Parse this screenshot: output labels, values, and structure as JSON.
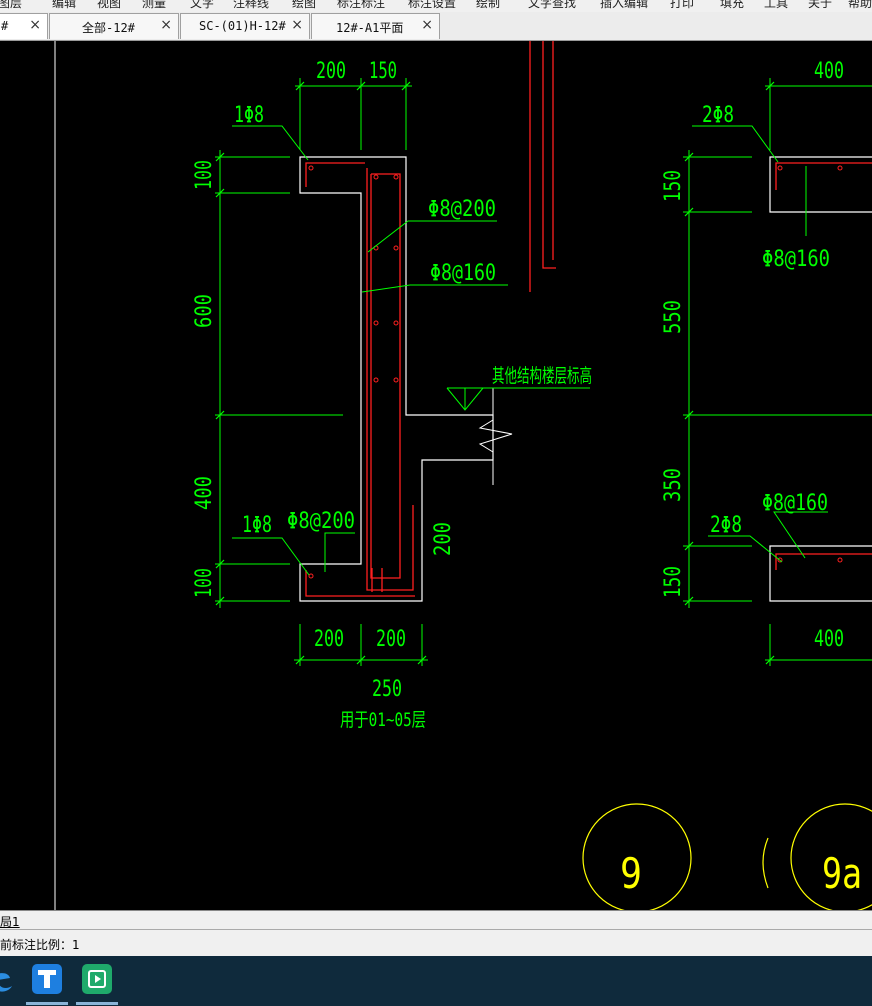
{
  "menubar": {
    "items": [
      "图层",
      "编辑",
      "视图",
      "测量",
      "文字",
      "注释线",
      "绘图",
      "标注标注",
      "标注设置",
      "绘制",
      "文字查找",
      "插入编辑",
      "打印",
      "填充",
      "工具",
      "关于",
      "帮助"
    ]
  },
  "tabs": [
    {
      "label": "#",
      "active": true
    },
    {
      "label": "全部-12#",
      "active": false
    },
    {
      "label": "SC-(01)H-12#",
      "active": false
    },
    {
      "label": "12#-A1平面",
      "active": false
    }
  ],
  "tab_close": "×",
  "drawing": {
    "left_detail": {
      "top_dim_a": "200",
      "top_dim_b": "150",
      "rebar_top": "1Φ8",
      "stirrup_a": "Φ8@200",
      "stirrup_b": "Φ8@160",
      "level_note": "其他结构楼层标高",
      "dim_100_top": "100",
      "dim_600": "600",
      "dim_400": "400",
      "dim_100_bottom": "100",
      "rebar_bottom": "1Φ8",
      "stirrup_bottom": "Φ8@200",
      "dim_200_side": "200",
      "bottom_dim_a": "200",
      "bottom_dim_b": "200",
      "bottom_dim_total": "250",
      "usage_note": "用于01~05层"
    },
    "right_detail": {
      "top_dim": "400",
      "rebar_top": "2Φ8",
      "stirrup_top": "Φ8@160",
      "dim_150_top": "150",
      "dim_550": "550",
      "dim_350": "350",
      "stirrup_bottom": "Φ8@160",
      "rebar_bottom": "2Φ8",
      "dim_150_bottom": "150",
      "bottom_dim": "400"
    },
    "callouts": [
      "9",
      "9a"
    ]
  },
  "layout_tab": "局1",
  "command_line": "前标注比例：1",
  "colors": {
    "dim": "#00ff00",
    "outline": "#ffffff",
    "rebar": "#ff2020",
    "callout": "#ffff00",
    "background": "#000000"
  },
  "taskbar": {
    "apps": [
      "edge-icon",
      "t-app-icon",
      "media-app-icon"
    ]
  }
}
